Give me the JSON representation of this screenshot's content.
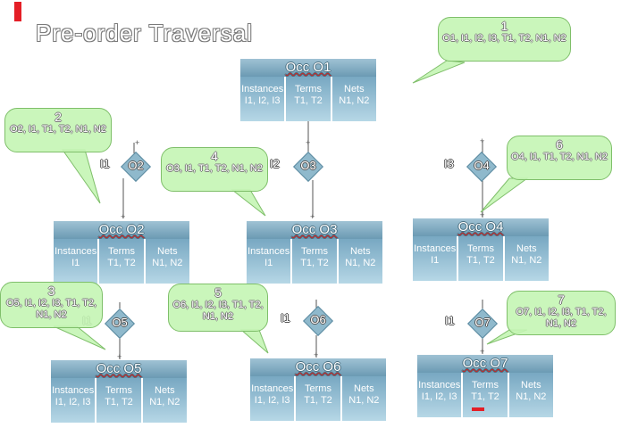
{
  "title": "Pre-order Traversal",
  "occs": [
    {
      "id": "o1",
      "label": "Occ O1",
      "instances": "I1, I2, I3",
      "terms": "T1, T2",
      "nets": "N1, N2"
    },
    {
      "id": "o2",
      "label": "Occ O2",
      "instances": "I1",
      "terms": "T1, T2",
      "nets": "N1, N2"
    },
    {
      "id": "o3",
      "label": "Occ O3",
      "instances": "I1",
      "terms": "T1, T2",
      "nets": "N1, N2"
    },
    {
      "id": "o4",
      "label": "Occ O4",
      "instances": "I1",
      "terms": "T1, T2",
      "nets": "N1, N2"
    },
    {
      "id": "o5",
      "label": "Occ O5",
      "instances": "I1, I2, I3",
      "terms": "T1, T2",
      "nets": "N1, N2"
    },
    {
      "id": "o6",
      "label": "Occ O6",
      "instances": "I1, I2, I3",
      "terms": "T1, T2",
      "nets": "N1, N2"
    },
    {
      "id": "o7",
      "label": "Occ O7",
      "instances": "I1, I2, I3",
      "terms": "T1, T2",
      "nets": "N1, N2"
    }
  ],
  "headers": {
    "instances": "Instances",
    "terms": "Terms",
    "nets": "Nets"
  },
  "diamonds": [
    {
      "id": "o2",
      "label": "O2",
      "in": "I1"
    },
    {
      "id": "o3",
      "label": "O3",
      "in": "I2"
    },
    {
      "id": "o4",
      "label": "O4",
      "in": "I3"
    },
    {
      "id": "o5",
      "label": "O5",
      "in": "I1"
    },
    {
      "id": "o6",
      "label": "O6",
      "in": "I1"
    },
    {
      "id": "o7",
      "label": "O7",
      "in": "I1"
    }
  ],
  "callouts": [
    {
      "id": "c1",
      "num": "1",
      "text": "O1, I1, I2, I3, T1, T2, N1, N2"
    },
    {
      "id": "c2",
      "num": "2",
      "text": "O2, I1, T1, T2, N1, N2"
    },
    {
      "id": "c3",
      "num": "3",
      "text": "O5, I1, I2, I3, T1, T2, N1, N2"
    },
    {
      "id": "c4",
      "num": "4",
      "text": "O3, I1, T1, T2, N1, N2"
    },
    {
      "id": "c5",
      "num": "5",
      "text": "O6, I1, I2, I3, T1, T2, N1, N2"
    },
    {
      "id": "c6",
      "num": "6",
      "text": "O4, I1, T1, T2, N1, N2"
    },
    {
      "id": "c7",
      "num": "7",
      "text": "O7, I1, I2, I3, T1, T2, N1, N2"
    }
  ],
  "tick_marks": "+",
  "colors": {
    "accent": "#e41e26",
    "table": "#78a8c2",
    "callout": "#c4f5b4",
    "diamond": "#8fb9cc"
  }
}
